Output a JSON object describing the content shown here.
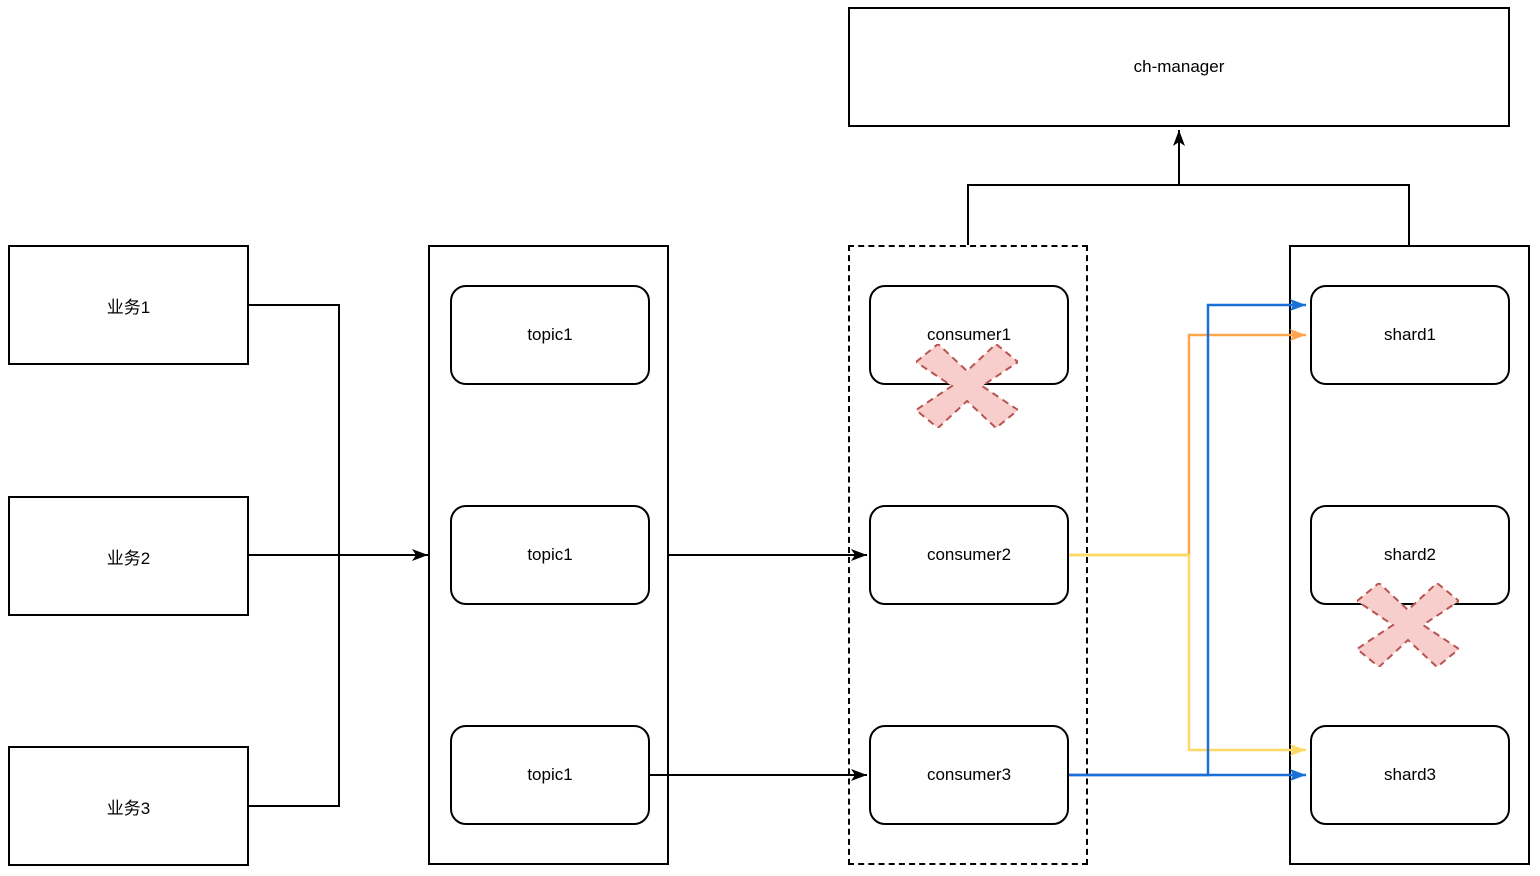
{
  "nodes": {
    "ch_manager": "ch-manager",
    "biz1": "业务1",
    "biz2": "业务2",
    "biz3": "业务3",
    "topic_a": "topic1",
    "topic_b": "topic1",
    "topic_c": "topic1",
    "consumer1": "consumer1",
    "consumer2": "consumer2",
    "consumer3": "consumer3",
    "shard1": "shard1",
    "shard2": "shard2",
    "shard3": "shard3"
  },
  "colors": {
    "line_black": "#000000",
    "edge_blue": "#1a70d8",
    "edge_orange": "#ffa64d",
    "edge_yellow": "#ffd966",
    "cross_fill": "#f8cecc",
    "cross_stroke": "#b85450",
    "box_fill": "#ffffff"
  },
  "edges": [
    {
      "from": "业务1",
      "to": "junction",
      "color": "black",
      "arrow": false
    },
    {
      "from": "业务2",
      "to": "topic-group",
      "color": "black",
      "arrow": true
    },
    {
      "from": "业务3",
      "to": "junction",
      "color": "black",
      "arrow": false
    },
    {
      "from": "topic-group",
      "to": "consumer2",
      "color": "black",
      "arrow": true
    },
    {
      "from": "topic1(bottom)",
      "to": "consumer3",
      "color": "black",
      "arrow": true
    },
    {
      "from": "consumer-group/shard-group",
      "to": "ch-manager",
      "color": "black",
      "arrow": true
    },
    {
      "from": "consumer2",
      "to": "shard1",
      "color": "orange",
      "arrow": true
    },
    {
      "from": "consumer2",
      "to": "shard3",
      "color": "yellow",
      "arrow": true
    },
    {
      "from": "consumer3",
      "to": "shard1",
      "color": "blue",
      "arrow": true
    },
    {
      "from": "consumer3",
      "to": "shard3",
      "color": "blue",
      "arrow": true
    }
  ],
  "crosses": [
    {
      "on": "consumer1",
      "meaning": "failed"
    },
    {
      "on": "shard2",
      "meaning": "failed"
    }
  ]
}
